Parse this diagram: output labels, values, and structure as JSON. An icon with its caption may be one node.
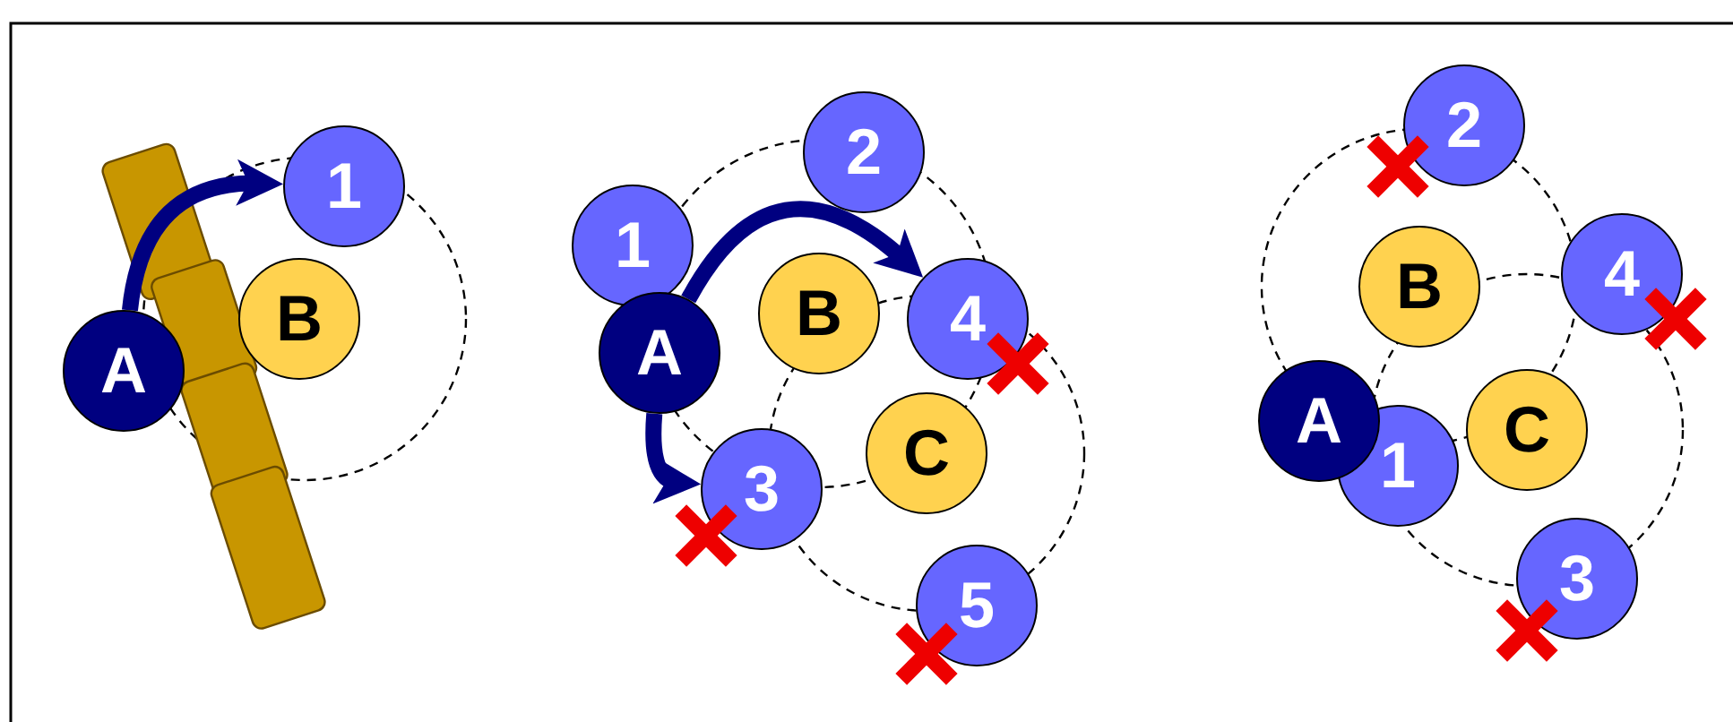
{
  "diagram": {
    "nodes": [
      {
        "text": [
          "1"
        ]
      },
      {
        "text": [
          "B"
        ]
      },
      {
        "text": [
          "A"
        ]
      },
      {
        "text": [
          "2"
        ]
      },
      {
        "text": [
          "1"
        ]
      },
      {
        "text": [
          "A"
        ]
      },
      {
        "text": [
          "B"
        ]
      },
      {
        "text": [
          "4"
        ]
      },
      {
        "text": [
          "C"
        ]
      },
      {
        "text": [
          "3"
        ]
      },
      {
        "text": [
          "5"
        ]
      },
      {
        "text": [
          "2"
        ]
      },
      {
        "text": [
          "4"
        ]
      },
      {
        "text": [
          "B"
        ]
      },
      {
        "text": [
          "A"
        ]
      },
      {
        "text": [
          "C"
        ]
      },
      {
        "text": [
          "1"
        ]
      },
      {
        "text": [
          "3"
        ]
      }
    ],
    "edges": [
      {
        "from": 2,
        "to": 0,
        "arrow": "to"
      },
      {
        "from": 5,
        "to": 7,
        "arrow": "to"
      },
      {
        "from": 5,
        "to": 9,
        "arrow": "to"
      }
    ]
  }
}
